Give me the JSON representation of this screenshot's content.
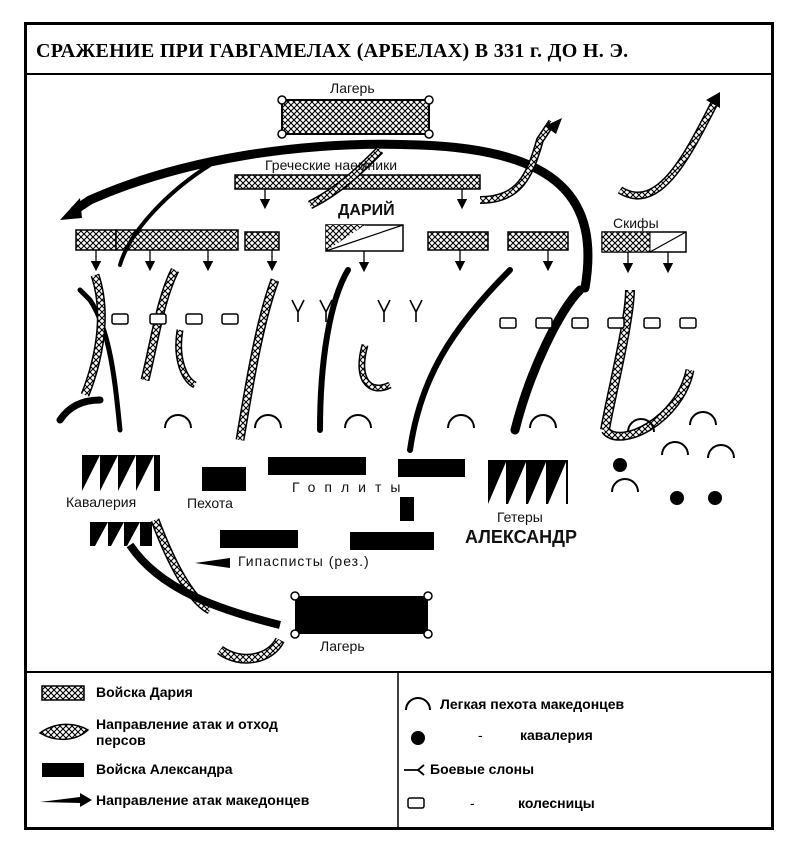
{
  "title": "СРАЖЕНИЕ ПРИ ГАВГАМЕЛАХ (АРБЕЛАХ) В 331 г. ДО Н. Э.",
  "labels": {
    "persian_camp": "Лагерь",
    "greek_mercenaries": "Греческие наемники",
    "darius": "ДАРИЙ",
    "scythians": "Скифы",
    "cavalry": "Кавалерия",
    "infantry": "Пехота",
    "hoplites": "Гоплиты",
    "hetairoi": "Гетеры",
    "alexander": "АЛЕКСАНДР",
    "hypaspists": "Гипасписты (рез.)",
    "macedonian_camp": "Лагерь"
  },
  "legend": {
    "darius_troops": "Войска Дария",
    "persian_attacks_line1": "Направление атак и отход",
    "persian_attacks_line2": "персов",
    "alexander_troops": "Войска Александра",
    "macedonian_attacks": "Направление атак македонцев",
    "light_infantry": "Легкая пехота македонцев",
    "cavalry": "кавалерия",
    "elephants": "Боевые слоны",
    "chariots": "колесницы",
    "ditto": "-"
  },
  "colors": {
    "ink": "#000000",
    "paper": "#ffffff"
  }
}
